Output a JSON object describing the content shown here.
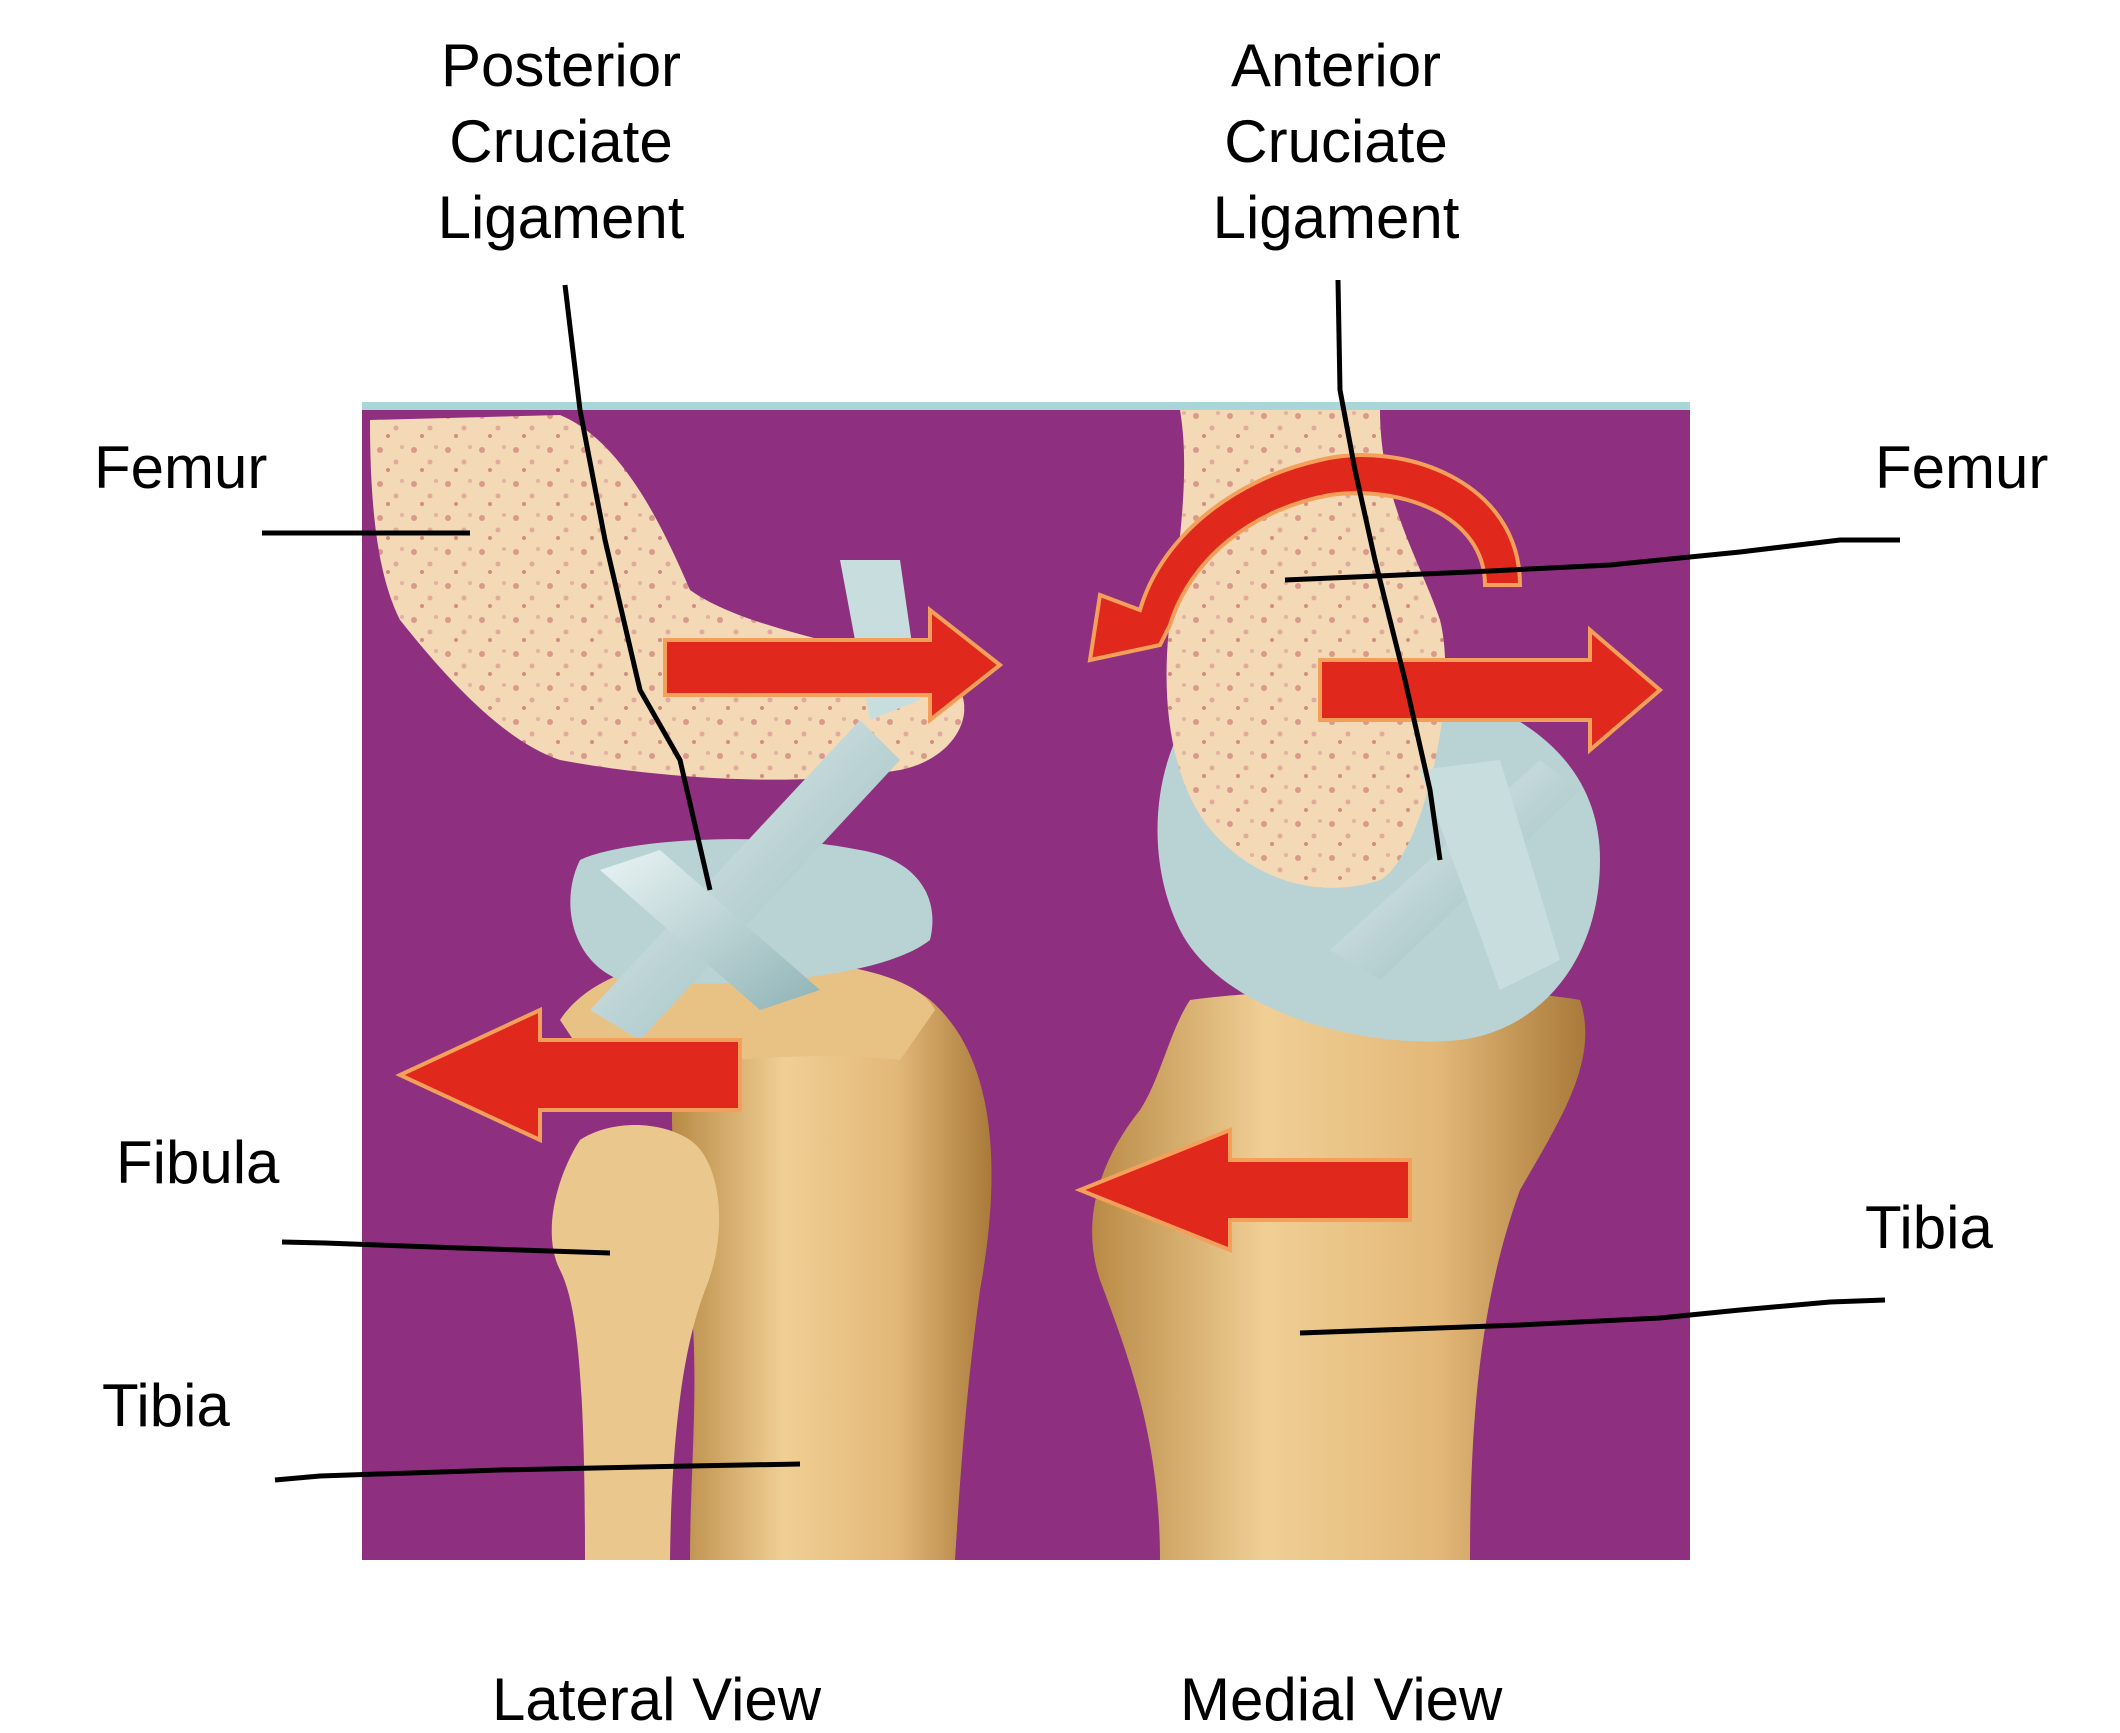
{
  "labels": {
    "posterior_cruciate": [
      "Posterior",
      "Cruciate",
      "Ligament"
    ],
    "anterior_cruciate": [
      "Anterior",
      "Cruciate",
      "Ligament"
    ],
    "femur_left": "Femur",
    "femur_right": "Femur",
    "fibula": "Fibula",
    "tibia_left": "Tibia",
    "tibia_right": "Tibia",
    "lateral_view": "Lateral View",
    "medial_view": "Medial View"
  },
  "colors": {
    "background_panel": "#8e2f80",
    "bone": "#ecc58c",
    "bone_shadow": "#b98a45",
    "femur_cut": "#f3d9b6",
    "cartilage": "#b9d3d4",
    "ligament": "#c8dede",
    "arrow": "#e0281c",
    "arrow_edge": "#f4a05a",
    "leader_line": "#000000"
  }
}
